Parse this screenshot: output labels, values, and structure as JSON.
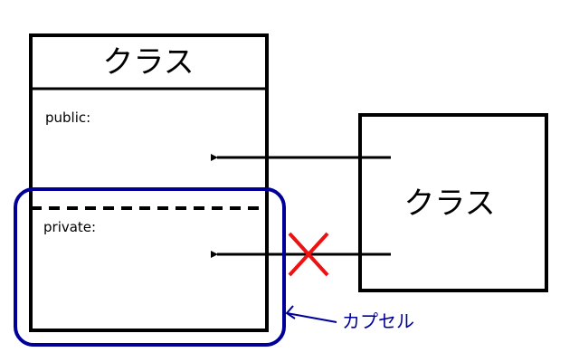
{
  "left_class": {
    "title": "クラス",
    "public_label": "public:",
    "private_label": "private:"
  },
  "right_class": {
    "title": "クラス"
  },
  "encapsulation": {
    "label": "カプセル"
  },
  "colors": {
    "outline": "#000000",
    "encapsulation": "#000099",
    "blocked": "#ee1111",
    "background": "#ffffff"
  }
}
